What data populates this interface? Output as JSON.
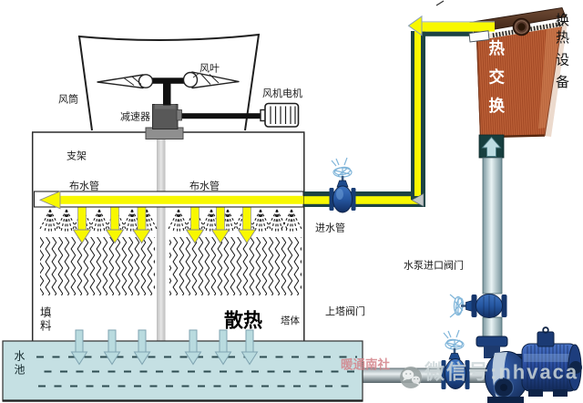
{
  "figure": {
    "type": "cooling-tower-heat-exchange-system-schematic",
    "background": "#ffffff"
  },
  "labels": {
    "fan_blade": "风叶",
    "fan_motor": "风机电机",
    "fan_cowl": "风筒",
    "gear_reducer": "减速器",
    "support_frame": "支架",
    "water_distribution_pipe_left": "布水管",
    "water_distribution_pipe_right": "布水管",
    "inlet_pipe": "进水管",
    "pump_inlet_valve": "水泵进口阀门",
    "tower_inlet_valve": "上塔阀门",
    "tower_body": "塔体",
    "heat_dissipation": "散热",
    "fill_material_chars": [
      "填",
      "料"
    ],
    "water_pool_chars": [
      "水",
      "池"
    ],
    "heat_exchange_chars": [
      "热",
      "交",
      "换"
    ],
    "heat_exchange_equipment_chars": [
      "换",
      "热",
      "设",
      "备"
    ]
  },
  "watermark": {
    "brand": "暖通南社",
    "wechat": "微信号:nhvaca"
  },
  "colors": {
    "hot_water_pipe": "#f8f800",
    "pipe_casing_teal": "#1d4343",
    "cold_water_pipe": "#cfe3e6",
    "pool_water": "#c5e0e3",
    "heat_exchanger_body": "#b25431",
    "pump_blue": "#2a4d9e",
    "valve_blue": "#2c62ae"
  }
}
